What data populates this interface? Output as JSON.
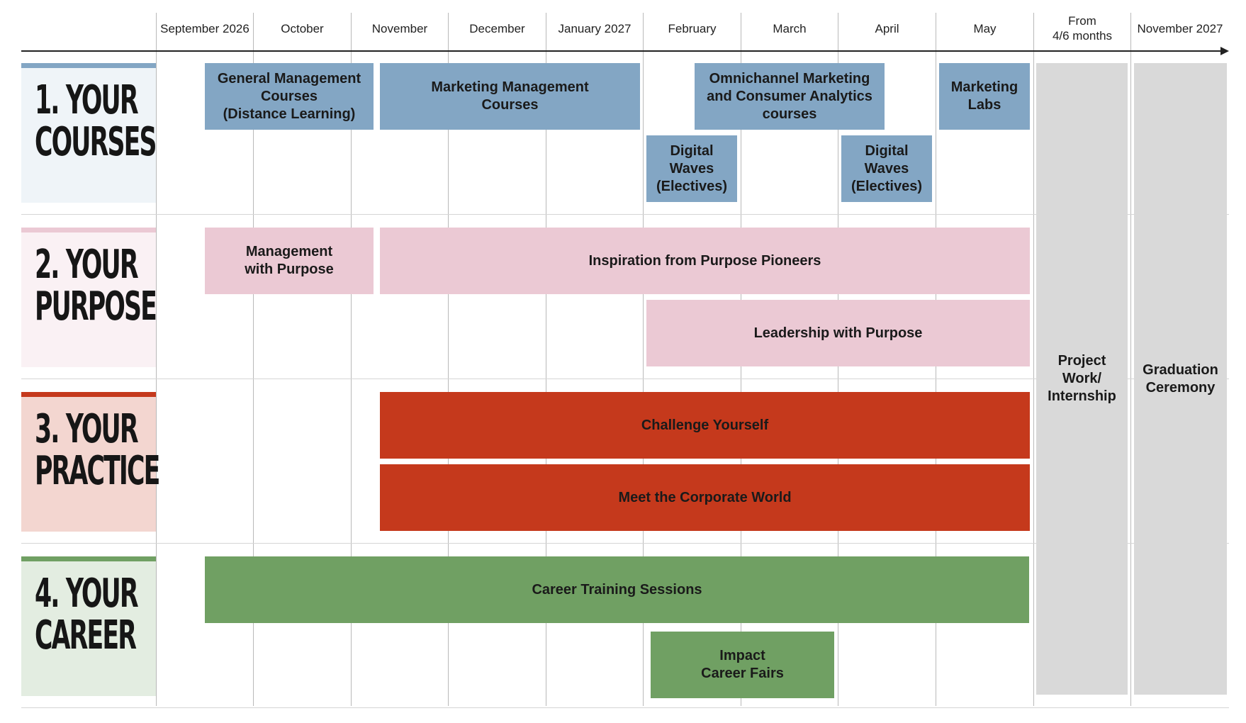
{
  "months": [
    "September 2026",
    "October",
    "November",
    "December",
    "January 2027",
    "February",
    "March",
    "April",
    "May",
    "From\n4/6 months",
    "November 2027"
  ],
  "colors": {
    "courses": "#83a6c4",
    "purpose": "#ebc9d4",
    "practice": "#c5391c",
    "career": "#70a063",
    "final": "#d9d9d9"
  },
  "rows": {
    "courses": {
      "title_line1": "1. YOUR",
      "title_line2": "COURSES"
    },
    "purpose": {
      "title_line1": "2. YOUR",
      "title_line2": "PURPOSE"
    },
    "practice": {
      "title_line1": "3. YOUR",
      "title_line2": "PRACTICE"
    },
    "career": {
      "title_line1": "4. YOUR",
      "title_line2": "CAREER"
    }
  },
  "items": {
    "general_management": "General Management\nCourses\n(Distance Learning)",
    "marketing_management": "Marketing Management\nCourses",
    "omnichannel": "Omnichannel Marketing\nand Consumer Analytics\ncourses",
    "marketing_labs": "Marketing\nLabs",
    "digital_waves_1": "Digital\nWaves\n(Electives)",
    "digital_waves_2": "Digital\nWaves\n(Electives)",
    "management_purpose": "Management\nwith Purpose",
    "inspiration": "Inspiration from Purpose Pioneers",
    "leadership": "Leadership with Purpose",
    "challenge": "Challenge Yourself",
    "corporate": "Meet the Corporate World",
    "career_training": "Career Training Sessions",
    "impact_fairs": "Impact\nCareer Fairs",
    "project_work": "Project\nWork/\nInternship",
    "graduation": "Graduation\nCeremony"
  }
}
